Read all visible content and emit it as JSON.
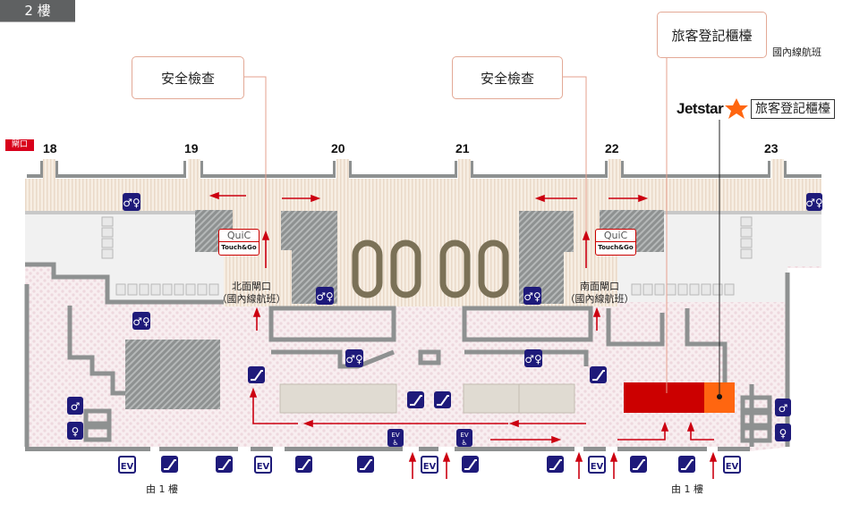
{
  "floor_label": "2 樓",
  "exit_badge": "閘口",
  "gates": [
    "18",
    "19",
    "20",
    "21",
    "22",
    "23"
  ],
  "callouts": {
    "security_left": "安全檢查",
    "security_right": "安全檢查",
    "checkin": "旅客登記櫃檯",
    "checkin_sub": "國內線航班"
  },
  "jetstar": {
    "brand": "Jetstar",
    "label": "旅客登記櫃檯"
  },
  "gate_areas": {
    "north_title": "北面閘口",
    "north_sub": "（國內線航班）",
    "south_title": "南面閘口",
    "south_sub": "（國內線航班）"
  },
  "quic_badge": {
    "brand": "QuiC",
    "sub": "Touch&Go"
  },
  "from_first_floor": "由 1 樓",
  "icon_labels": {
    "elevator": "EV",
    "accessible_elevator": "EV"
  },
  "colors": {
    "checkin_red": "#cc0000",
    "jetstar_orange": "#ff6610",
    "arrow_red": "#cc0011",
    "icon_navy": "#1e1a7a",
    "floor_tab": "#5f6162"
  }
}
